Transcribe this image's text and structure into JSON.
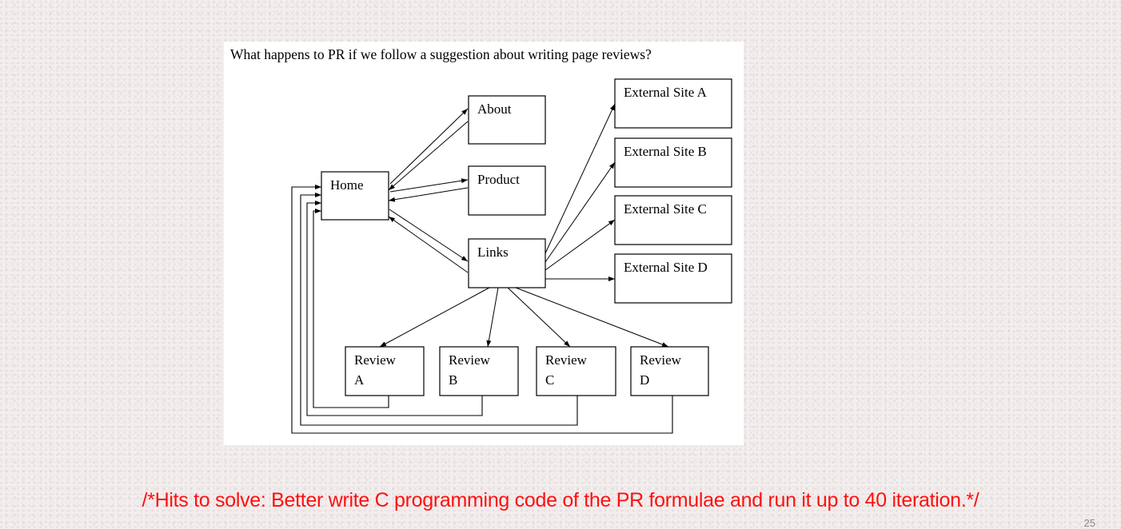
{
  "caption": "What happens to PR if we follow a suggestion about writing page reviews?",
  "nodes": {
    "about": [
      "About"
    ],
    "product": [
      "Product"
    ],
    "home": [
      "Home"
    ],
    "links": [
      "Links"
    ],
    "ext_a": [
      "External Site A"
    ],
    "ext_b": [
      "External Site B"
    ],
    "ext_c": [
      "External Site C"
    ],
    "ext_d": [
      "External Site D"
    ],
    "review_a": [
      "Review",
      "A"
    ],
    "review_b": [
      "Review",
      "B"
    ],
    "review_c": [
      "Review",
      "C"
    ],
    "review_d": [
      "Review",
      "D"
    ]
  },
  "edges": [
    [
      "home",
      "about"
    ],
    [
      "about",
      "home"
    ],
    [
      "home",
      "product"
    ],
    [
      "product",
      "home"
    ],
    [
      "home",
      "links"
    ],
    [
      "links",
      "home"
    ],
    [
      "links",
      "ext_a"
    ],
    [
      "links",
      "ext_b"
    ],
    [
      "links",
      "ext_c"
    ],
    [
      "links",
      "ext_d"
    ],
    [
      "links",
      "review_a"
    ],
    [
      "links",
      "review_b"
    ],
    [
      "links",
      "review_c"
    ],
    [
      "links",
      "review_d"
    ],
    [
      "review_a",
      "home"
    ],
    [
      "review_b",
      "home"
    ],
    [
      "review_c",
      "home"
    ],
    [
      "review_d",
      "home"
    ]
  ],
  "footnote": "/*Hits to solve: Better write C programming code of the PR formulae and run it up to 40 iteration.*/",
  "page_number": "25"
}
